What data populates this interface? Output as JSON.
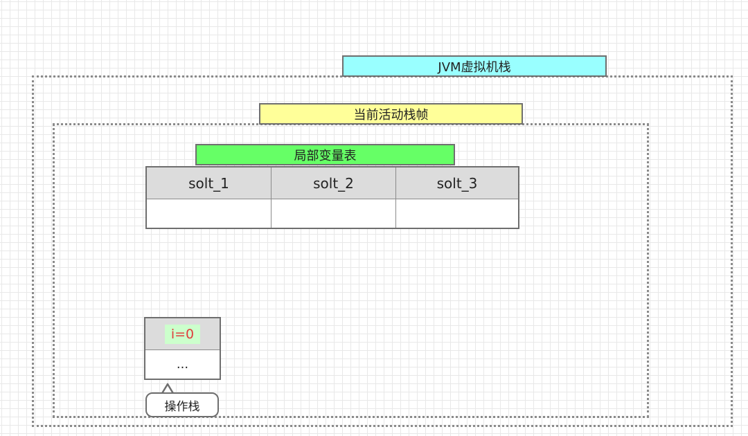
{
  "jvm_stack": {
    "label": "JVM虚拟机栈",
    "color": "#99ffff"
  },
  "current_frame": {
    "label": "当前活动栈帧",
    "color": "#ffff99"
  },
  "local_variable_table": {
    "label": "局部变量表",
    "color": "#66ff66",
    "columns": [
      "solt_1",
      "solt_2",
      "solt_3"
    ],
    "values": [
      "",
      "",
      ""
    ]
  },
  "operand_stack": {
    "label": "操作栈",
    "items": [
      "i=0",
      "..."
    ],
    "top_value_color": "#e03c3c",
    "top_highlight_color": "#ccffcc"
  }
}
